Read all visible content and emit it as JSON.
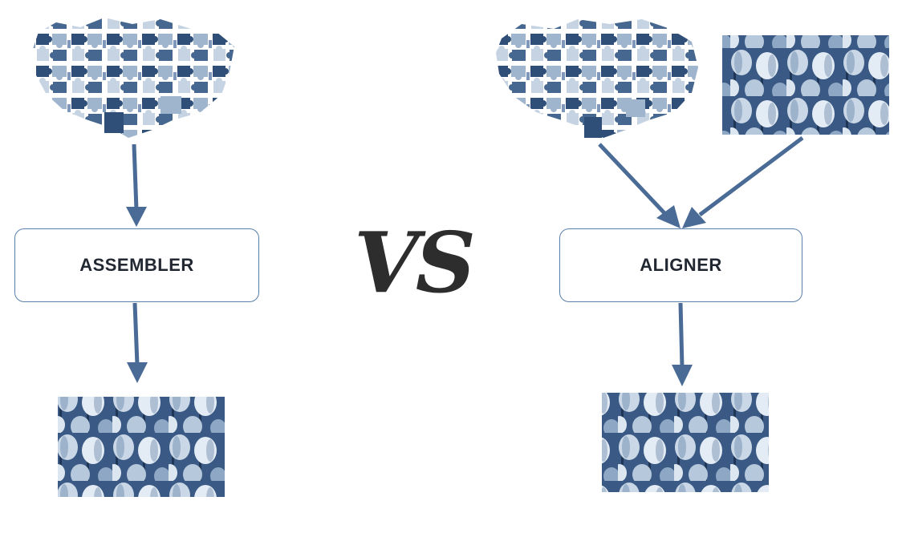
{
  "diagram": {
    "left_process": {
      "label": "ASSEMBLER"
    },
    "right_process": {
      "label": "ALIGNER"
    },
    "separator": "VS",
    "colors": {
      "arrow": "#4a6b95",
      "box_border": "#5a7fa8",
      "tulip_dark": "#2f4f78",
      "tulip_mid": "#6f8fb5",
      "tulip_light": "#d8e3ef"
    },
    "images": [
      {
        "name": "puzzle-pieces-input"
      },
      {
        "name": "assembled-tulip-output"
      },
      {
        "name": "puzzle-pieces-input"
      },
      {
        "name": "reference-tulip-image"
      },
      {
        "name": "aligned-tulip-output"
      }
    ]
  }
}
